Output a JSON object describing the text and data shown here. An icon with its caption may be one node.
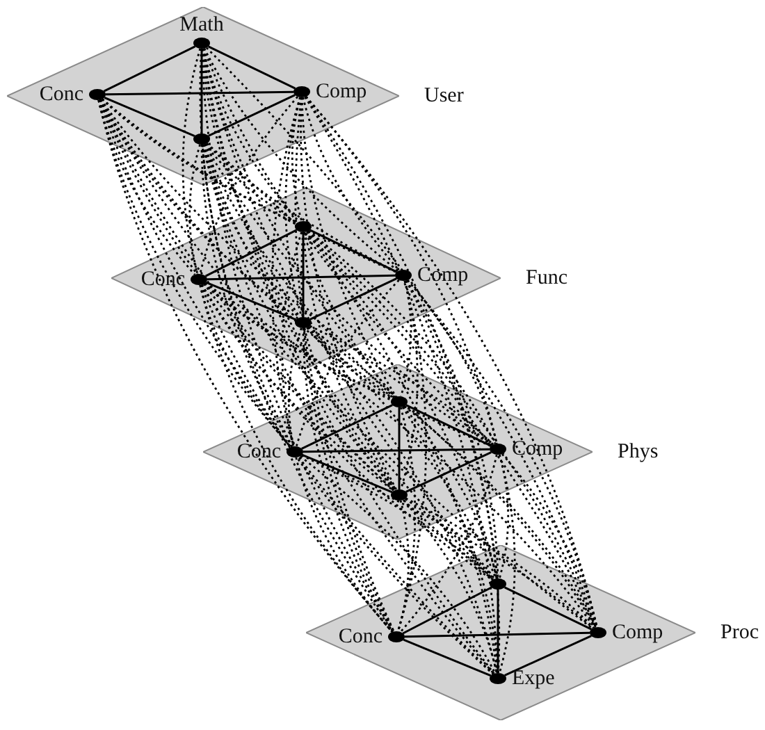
{
  "diagram": {
    "nodes": [
      {
        "text": [
          "User"
        ]
      },
      {
        "text": [
          "Math"
        ],
        "in": 0
      },
      {
        "text": [
          "Conc"
        ],
        "in": 0
      },
      {
        "text": [
          "Comp"
        ],
        "in": 0
      },
      {
        "text": [],
        "shape": "circle",
        "in": 0
      },
      {
        "text": [
          "Func"
        ]
      },
      {
        "text": [],
        "shape": "circle",
        "in": 5
      },
      {
        "text": [
          "Conc"
        ],
        "in": 5
      },
      {
        "text": [
          "Comp"
        ],
        "in": 5
      },
      {
        "text": [],
        "shape": "circle",
        "in": 5
      },
      {
        "text": [
          "Phys"
        ]
      },
      {
        "text": [],
        "shape": "circle",
        "in": 10
      },
      {
        "text": [
          "Conc"
        ],
        "in": 10
      },
      {
        "text": [
          "Comp"
        ],
        "in": 10
      },
      {
        "text": [],
        "shape": "circle",
        "in": 10
      },
      {
        "text": [
          "Proc"
        ]
      },
      {
        "text": [],
        "shape": "circle",
        "in": 15
      },
      {
        "text": [
          "Conc"
        ],
        "in": 15
      },
      {
        "text": [
          "Comp"
        ],
        "in": 15
      },
      {
        "text": [
          "Expe"
        ],
        "in": 15
      }
    ],
    "edges": [
      {
        "from": 1,
        "to": 2,
        "arrow": "none"
      },
      {
        "from": 1,
        "to": 3,
        "arrow": "none"
      },
      {
        "from": 1,
        "to": 4,
        "arrow": "none"
      },
      {
        "from": 2,
        "to": 3,
        "arrow": "none"
      },
      {
        "from": 2,
        "to": 4,
        "arrow": "none"
      },
      {
        "from": 3,
        "to": 4,
        "arrow": "none"
      },
      {
        "from": 6,
        "to": 7,
        "arrow": "none"
      },
      {
        "from": 6,
        "to": 8,
        "arrow": "none"
      },
      {
        "from": 6,
        "to": 9,
        "arrow": "none"
      },
      {
        "from": 7,
        "to": 8,
        "arrow": "none"
      },
      {
        "from": 7,
        "to": 9,
        "arrow": "none"
      },
      {
        "from": 8,
        "to": 9,
        "arrow": "none"
      },
      {
        "from": 11,
        "to": 12,
        "arrow": "none"
      },
      {
        "from": 11,
        "to": 13,
        "arrow": "none"
      },
      {
        "from": 11,
        "to": 14,
        "arrow": "none"
      },
      {
        "from": 12,
        "to": 13,
        "arrow": "none"
      },
      {
        "from": 12,
        "to": 14,
        "arrow": "none"
      },
      {
        "from": 13,
        "to": 14,
        "arrow": "none"
      },
      {
        "from": 16,
        "to": 17,
        "arrow": "none"
      },
      {
        "from": 16,
        "to": 18,
        "arrow": "none"
      },
      {
        "from": 16,
        "to": 19,
        "arrow": "none"
      },
      {
        "from": 17,
        "to": 18,
        "arrow": "none"
      },
      {
        "from": 17,
        "to": 19,
        "arrow": "none"
      },
      {
        "from": 18,
        "to": 19,
        "arrow": "none"
      },
      {
        "from": 1,
        "to": 6,
        "arrow": "none",
        "style": "dashed"
      },
      {
        "from": 1,
        "to": 7,
        "arrow": "none",
        "style": "dashed"
      },
      {
        "from": 1,
        "to": 8,
        "arrow": "none",
        "style": "dashed"
      },
      {
        "from": 1,
        "to": 9,
        "arrow": "none",
        "style": "dashed"
      },
      {
        "from": 2,
        "to": 6,
        "arrow": "none",
        "style": "dashed"
      },
      {
        "from": 2,
        "to": 7,
        "arrow": "none",
        "style": "dashed"
      },
      {
        "from": 2,
        "to": 8,
        "arrow": "none",
        "style": "dashed"
      },
      {
        "from": 2,
        "to": 9,
        "arrow": "none",
        "style": "dashed"
      },
      {
        "from": 3,
        "to": 6,
        "arrow": "none",
        "style": "dashed"
      },
      {
        "from": 3,
        "to": 7,
        "arrow": "none",
        "style": "dashed"
      },
      {
        "from": 3,
        "to": 8,
        "arrow": "none",
        "style": "dashed"
      },
      {
        "from": 3,
        "to": 9,
        "arrow": "none",
        "style": "dashed"
      },
      {
        "from": 4,
        "to": 6,
        "arrow": "none",
        "style": "dashed"
      },
      {
        "from": 4,
        "to": 7,
        "arrow": "none",
        "style": "dashed"
      },
      {
        "from": 4,
        "to": 8,
        "arrow": "none",
        "style": "dashed"
      },
      {
        "from": 4,
        "to": 9,
        "arrow": "none",
        "style": "dashed"
      },
      {
        "from": 1,
        "to": 11,
        "arrow": "none",
        "style": "dashed"
      },
      {
        "from": 1,
        "to": 12,
        "arrow": "none",
        "style": "dashed"
      },
      {
        "from": 1,
        "to": 13,
        "arrow": "none",
        "style": "dashed"
      },
      {
        "from": 1,
        "to": 14,
        "arrow": "none",
        "style": "dashed"
      },
      {
        "from": 2,
        "to": 11,
        "arrow": "none",
        "style": "dashed"
      },
      {
        "from": 2,
        "to": 12,
        "arrow": "none",
        "style": "dashed"
      },
      {
        "from": 2,
        "to": 13,
        "arrow": "none",
        "style": "dashed"
      },
      {
        "from": 2,
        "to": 14,
        "arrow": "none",
        "style": "dashed"
      },
      {
        "from": 3,
        "to": 11,
        "arrow": "none",
        "style": "dashed"
      },
      {
        "from": 3,
        "to": 12,
        "arrow": "none",
        "style": "dashed"
      },
      {
        "from": 3,
        "to": 13,
        "arrow": "none",
        "style": "dashed"
      },
      {
        "from": 3,
        "to": 14,
        "arrow": "none",
        "style": "dashed"
      },
      {
        "from": 4,
        "to": 11,
        "arrow": "none",
        "style": "dashed"
      },
      {
        "from": 4,
        "to": 12,
        "arrow": "none",
        "style": "dashed"
      },
      {
        "from": 4,
        "to": 13,
        "arrow": "none",
        "style": "dashed"
      },
      {
        "from": 4,
        "to": 14,
        "arrow": "none",
        "style": "dashed"
      },
      {
        "from": 1,
        "to": 16,
        "arrow": "none",
        "style": "dashed"
      },
      {
        "from": 1,
        "to": 17,
        "arrow": "none",
        "style": "dashed"
      },
      {
        "from": 1,
        "to": 18,
        "arrow": "none",
        "style": "dashed"
      },
      {
        "from": 1,
        "to": 19,
        "arrow": "none",
        "style": "dashed"
      },
      {
        "from": 2,
        "to": 16,
        "arrow": "none",
        "style": "dashed"
      },
      {
        "from": 2,
        "to": 17,
        "arrow": "none",
        "style": "dashed"
      },
      {
        "from": 2,
        "to": 18,
        "arrow": "none",
        "style": "dashed"
      },
      {
        "from": 2,
        "to": 19,
        "arrow": "none",
        "style": "dashed"
      },
      {
        "from": 3,
        "to": 16,
        "arrow": "none",
        "style": "dashed"
      },
      {
        "from": 3,
        "to": 17,
        "arrow": "none",
        "style": "dashed"
      },
      {
        "from": 3,
        "to": 18,
        "arrow": "none",
        "style": "dashed"
      },
      {
        "from": 3,
        "to": 19,
        "arrow": "none",
        "style": "dashed"
      },
      {
        "from": 4,
        "to": 16,
        "arrow": "none",
        "style": "dashed"
      },
      {
        "from": 4,
        "to": 17,
        "arrow": "none",
        "style": "dashed"
      },
      {
        "from": 4,
        "to": 18,
        "arrow": "none",
        "style": "dashed"
      },
      {
        "from": 4,
        "to": 19,
        "arrow": "none",
        "style": "dashed"
      },
      {
        "from": 6,
        "to": 11,
        "arrow": "none",
        "style": "dashed"
      },
      {
        "from": 6,
        "to": 12,
        "arrow": "none",
        "style": "dashed"
      },
      {
        "from": 6,
        "to": 13,
        "arrow": "none",
        "style": "dashed"
      },
      {
        "from": 6,
        "to": 14,
        "arrow": "none",
        "style": "dashed"
      },
      {
        "from": 7,
        "to": 11,
        "arrow": "none",
        "style": "dashed"
      },
      {
        "from": 7,
        "to": 12,
        "arrow": "none",
        "style": "dashed"
      },
      {
        "from": 7,
        "to": 13,
        "arrow": "none",
        "style": "dashed"
      },
      {
        "from": 7,
        "to": 14,
        "arrow": "none",
        "style": "dashed"
      },
      {
        "from": 8,
        "to": 11,
        "arrow": "none",
        "style": "dashed"
      },
      {
        "from": 8,
        "to": 12,
        "arrow": "none",
        "style": "dashed"
      },
      {
        "from": 8,
        "to": 13,
        "arrow": "none",
        "style": "dashed"
      },
      {
        "from": 8,
        "to": 14,
        "arrow": "none",
        "style": "dashed"
      },
      {
        "from": 9,
        "to": 11,
        "arrow": "none",
        "style": "dashed"
      },
      {
        "from": 9,
        "to": 12,
        "arrow": "none",
        "style": "dashed"
      },
      {
        "from": 9,
        "to": 13,
        "arrow": "none",
        "style": "dashed"
      },
      {
        "from": 9,
        "to": 14,
        "arrow": "none",
        "style": "dashed"
      },
      {
        "from": 6,
        "to": 16,
        "arrow": "none",
        "style": "dashed"
      },
      {
        "from": 6,
        "to": 17,
        "arrow": "none",
        "style": "dashed"
      },
      {
        "from": 6,
        "to": 18,
        "arrow": "none",
        "style": "dashed"
      },
      {
        "from": 6,
        "to": 19,
        "arrow": "none",
        "style": "dashed"
      },
      {
        "from": 7,
        "to": 16,
        "arrow": "none",
        "style": "dashed"
      },
      {
        "from": 7,
        "to": 17,
        "arrow": "none",
        "style": "dashed"
      },
      {
        "from": 7,
        "to": 18,
        "arrow": "none",
        "style": "dashed"
      },
      {
        "from": 7,
        "to": 19,
        "arrow": "none",
        "style": "dashed"
      },
      {
        "from": 8,
        "to": 16,
        "arrow": "none",
        "style": "dashed"
      },
      {
        "from": 8,
        "to": 17,
        "arrow": "none",
        "style": "dashed"
      },
      {
        "from": 8,
        "to": 18,
        "arrow": "none",
        "style": "dashed"
      },
      {
        "from": 8,
        "to": 19,
        "arrow": "none",
        "style": "dashed"
      },
      {
        "from": 9,
        "to": 16,
        "arrow": "none",
        "style": "dashed"
      },
      {
        "from": 9,
        "to": 17,
        "arrow": "none",
        "style": "dashed"
      },
      {
        "from": 9,
        "to": 18,
        "arrow": "none",
        "style": "dashed"
      },
      {
        "from": 9,
        "to": 19,
        "arrow": "none",
        "style": "dashed"
      },
      {
        "from": 11,
        "to": 16,
        "arrow": "none",
        "style": "dashed"
      },
      {
        "from": 11,
        "to": 17,
        "arrow": "none",
        "style": "dashed"
      },
      {
        "from": 11,
        "to": 18,
        "arrow": "none",
        "style": "dashed"
      },
      {
        "from": 11,
        "to": 19,
        "arrow": "none",
        "style": "dashed"
      },
      {
        "from": 12,
        "to": 16,
        "arrow": "none",
        "style": "dashed"
      },
      {
        "from": 12,
        "to": 17,
        "arrow": "none",
        "style": "dashed"
      },
      {
        "from": 12,
        "to": 18,
        "arrow": "none",
        "style": "dashed"
      },
      {
        "from": 12,
        "to": 19,
        "arrow": "none",
        "style": "dashed"
      },
      {
        "from": 13,
        "to": 16,
        "arrow": "none",
        "style": "dashed"
      },
      {
        "from": 13,
        "to": 17,
        "arrow": "none",
        "style": "dashed"
      },
      {
        "from": 13,
        "to": 18,
        "arrow": "none",
        "style": "dashed"
      },
      {
        "from": 13,
        "to": 19,
        "arrow": "none",
        "style": "dashed"
      },
      {
        "from": 14,
        "to": 16,
        "arrow": "none",
        "style": "dashed"
      },
      {
        "from": 14,
        "to": 17,
        "arrow": "none",
        "style": "dashed"
      },
      {
        "from": 14,
        "to": 18,
        "arrow": "none",
        "style": "dashed"
      },
      {
        "from": 14,
        "to": 19,
        "arrow": "none",
        "style": "dashed"
      }
    ]
  }
}
